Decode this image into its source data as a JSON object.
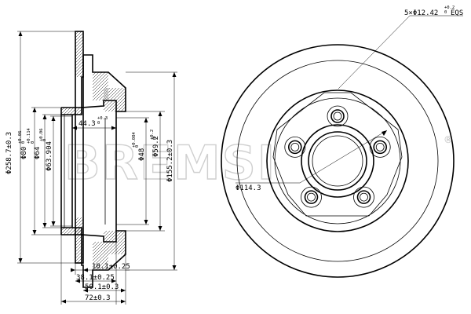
{
  "watermark": {
    "text": "BREMSI",
    "mark": "®"
  },
  "hatch_sections": [
    "rotor-disc-upper",
    "rotor-disc-lower",
    "hat-wall-upper",
    "hat-wall-lower",
    "hub-upper",
    "hub-lower"
  ],
  "bolt_holes": [
    {
      "name": "bolt-hole-top"
    },
    {
      "name": "bolt-hole-right"
    },
    {
      "name": "bolt-hole-lower-right"
    },
    {
      "name": "bolt-hole-lower-left"
    },
    {
      "name": "bolt-hole-left"
    }
  ],
  "dims": {
    "outer_dia": "Φ258.7±0.3",
    "bore80": {
      "main": "Φ80",
      "up": "+0.06",
      "lo": "0"
    },
    "bore64": {
      "main": "Φ64",
      "up": "+0.114",
      "lo": "0"
    },
    "bore63": {
      "main": "Φ63.904",
      "up": "+0.06",
      "lo": "0"
    },
    "w44": {
      "main": "44.3",
      "up": "+0.3",
      "lo": "0"
    },
    "bore48": {
      "main": "Φ48",
      "up": "+0.084",
      "lo": "0"
    },
    "hub59": {
      "main": "Φ59.2",
      "up": "+0.2",
      "lo": "0"
    },
    "dia155": "Φ155.2±0.3",
    "t10": "10.1±0.25",
    "h38": "38.1±0.25",
    "h50": "50.1±0.3",
    "h72": "72±0.3",
    "holes": {
      "main": "5×Φ12.42",
      "up": "+0.2",
      "lo": "0",
      "suffix": "EQS"
    },
    "pcd": "Φ114.3"
  }
}
